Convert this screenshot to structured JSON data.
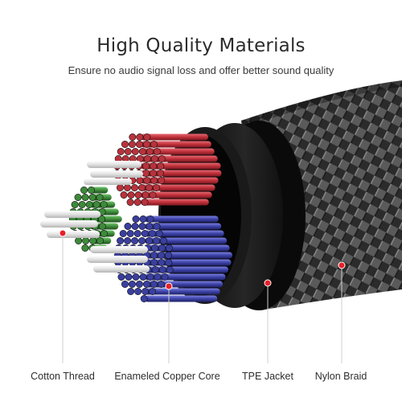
{
  "header": {
    "title": "High Quality Materials",
    "subtitle": "Ensure no audio signal loss and offer better sound quality"
  },
  "labels": {
    "cotton_thread": "Cotton Thread",
    "copper_core": "Enameled Copper Core",
    "tpe_jacket": "TPE Jacket",
    "nylon_braid": "Nylon Braid"
  },
  "colors": {
    "marker": "#e8202a",
    "red_wires": "#c0303a",
    "blue_wires": "#3e43a8",
    "green_wires": "#3f8a3c",
    "jacket": "#161616"
  }
}
